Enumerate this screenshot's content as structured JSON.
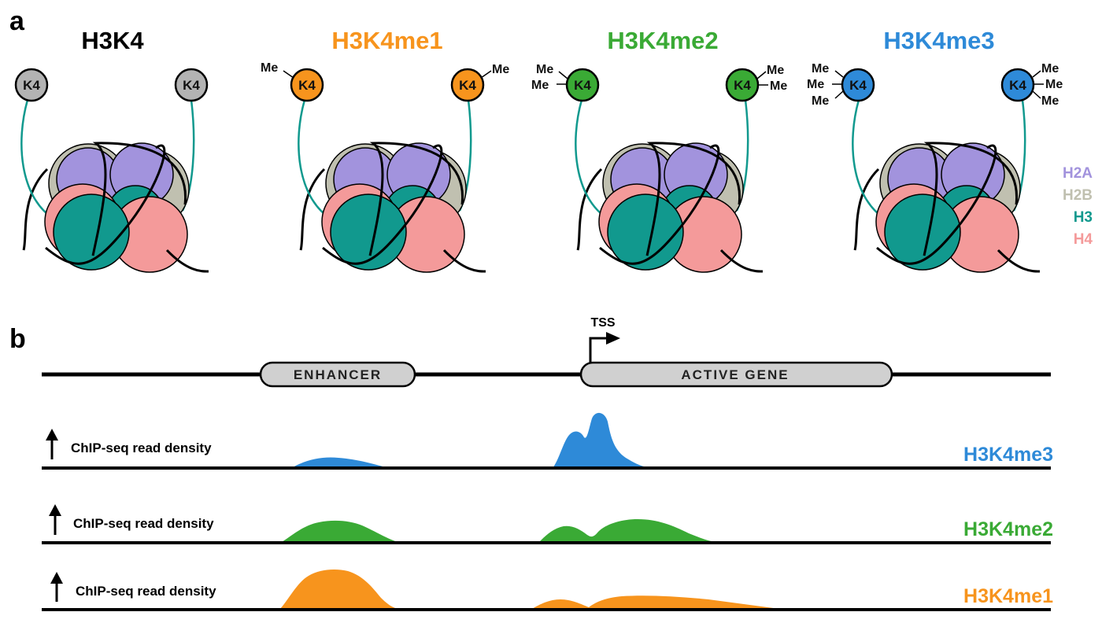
{
  "panel_a": {
    "label": "a",
    "states": [
      {
        "title": "H3K4",
        "color": "#000000",
        "k4_fill": "#b3b3b3",
        "methyl_count": 0
      },
      {
        "title": "H3K4me1",
        "color": "#f7941d",
        "k4_fill": "#f7941d",
        "methyl_count": 1
      },
      {
        "title": "H3K4me2",
        "color": "#3aaa35",
        "k4_fill": "#3aaa35",
        "methyl_count": 2
      },
      {
        "title": "H3K4me3",
        "color": "#2e8ad8",
        "k4_fill": "#2e8ad8",
        "methyl_count": 3
      }
    ],
    "k4_label": "K4",
    "me_label": "Me",
    "legend": [
      {
        "label": "H2A",
        "color": "#a293dd"
      },
      {
        "label": "H2B",
        "color": "#c0c0b0"
      },
      {
        "label": "H3",
        "color": "#11998e"
      },
      {
        "label": "H4",
        "color": "#f49a9a"
      }
    ]
  },
  "panel_b": {
    "label": "b",
    "tss_label": "TSS",
    "enhancer_label": "ENHANCER",
    "gene_label": "ACTIVE GENE",
    "axis_label": "ChIP-seq read density",
    "tracks": [
      {
        "name": "H3K4me3",
        "color": "#2e8ad8"
      },
      {
        "name": "H3K4me2",
        "color": "#3aaa35"
      },
      {
        "name": "H3K4me1",
        "color": "#f7941d"
      }
    ]
  }
}
